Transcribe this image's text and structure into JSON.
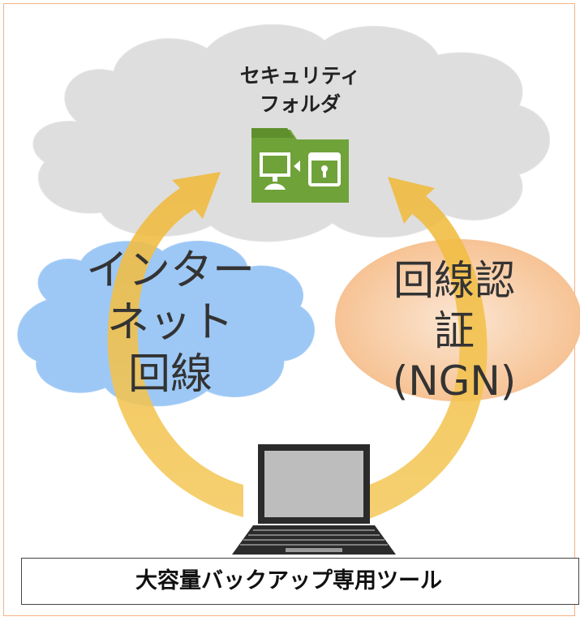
{
  "security_folder": {
    "label": "セキュリティ\nフォルダ",
    "icon": "security-folder-icon",
    "color": "#70a23a"
  },
  "internet_line": {
    "label": "インター\nネット\n回線",
    "cloud_color": "#9dc8f5"
  },
  "line_auth": {
    "label": "回線認\n証\n(NGN)",
    "cloud_color": "#f8c9a0"
  },
  "main_cloud": {
    "color": "#dcdcdc"
  },
  "arrows": {
    "color": "#f2c455"
  },
  "tool": {
    "label": "大容量バックアップ専用ツール",
    "icon": "laptop-icon"
  }
}
